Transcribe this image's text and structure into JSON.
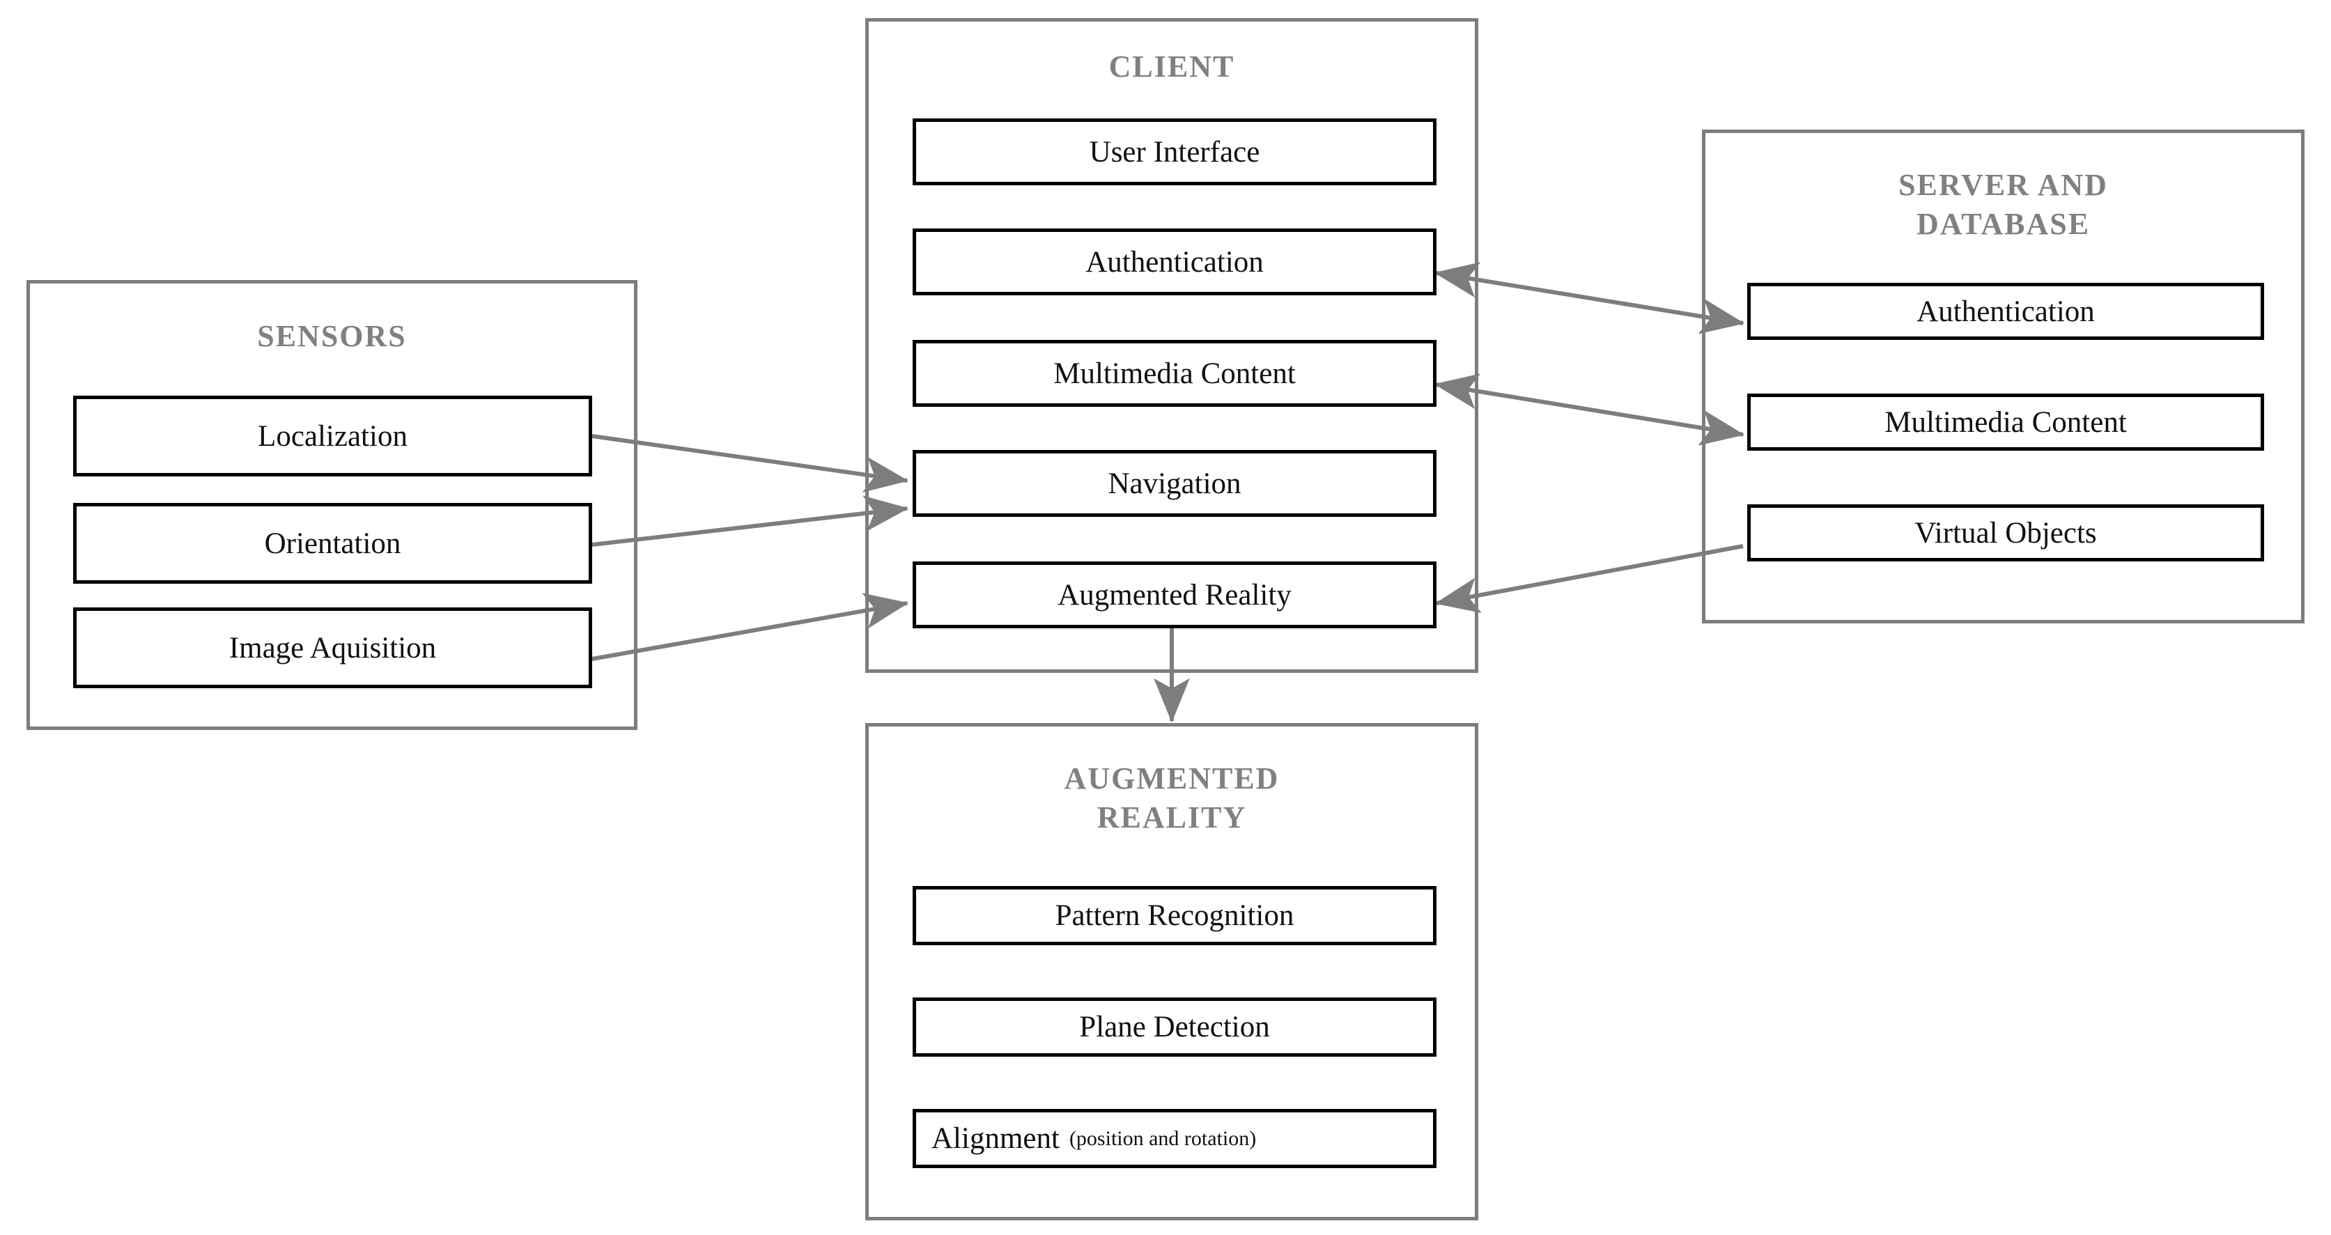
{
  "diagram": {
    "title_color": "#808080",
    "box_border_color": "#000000",
    "panel_border_color": "#7d7d7d",
    "arrow_color": "#7d7d7d",
    "background": "#ffffff"
  },
  "panels": {
    "sensors": {
      "title": "SENSORS",
      "boxes": [
        {
          "label": "Localization"
        },
        {
          "label": "Orientation"
        },
        {
          "label": "Image Aquisition"
        }
      ]
    },
    "client": {
      "title": "CLIENT",
      "boxes": [
        {
          "label": "User Interface"
        },
        {
          "label": "Authentication"
        },
        {
          "label": "Multimedia Content"
        },
        {
          "label": "Navigation"
        },
        {
          "label": "Augmented Reality"
        }
      ]
    },
    "server": {
      "title": "SERVER AND\nDATABASE",
      "boxes": [
        {
          "label": "Authentication"
        },
        {
          "label": "Multimedia Content"
        },
        {
          "label": "Virtual Objects"
        }
      ]
    },
    "augmented_reality": {
      "title": "AUGMENTED\nREALITY",
      "boxes": [
        {
          "label": "Pattern Recognition",
          "sub": ""
        },
        {
          "label": "Plane Detection",
          "sub": ""
        },
        {
          "label": "Alignment",
          "sub": "(position and rotation)"
        }
      ]
    }
  },
  "connections": [
    {
      "from": "sensors.localization",
      "to": "client.navigation",
      "heads": "single"
    },
    {
      "from": "sensors.orientation",
      "to": "client.navigation",
      "heads": "single"
    },
    {
      "from": "sensors.image_aquisition",
      "to": "client.augmented_reality",
      "heads": "single"
    },
    {
      "from": "client.authentication",
      "to": "server.authentication",
      "heads": "double"
    },
    {
      "from": "client.multimedia_content",
      "to": "server.multimedia_content",
      "heads": "double"
    },
    {
      "from": "server.virtual_objects",
      "to": "client.augmented_reality",
      "heads": "single"
    },
    {
      "from": "client.augmented_reality",
      "to": "panel.augmented_reality",
      "heads": "single"
    }
  ]
}
